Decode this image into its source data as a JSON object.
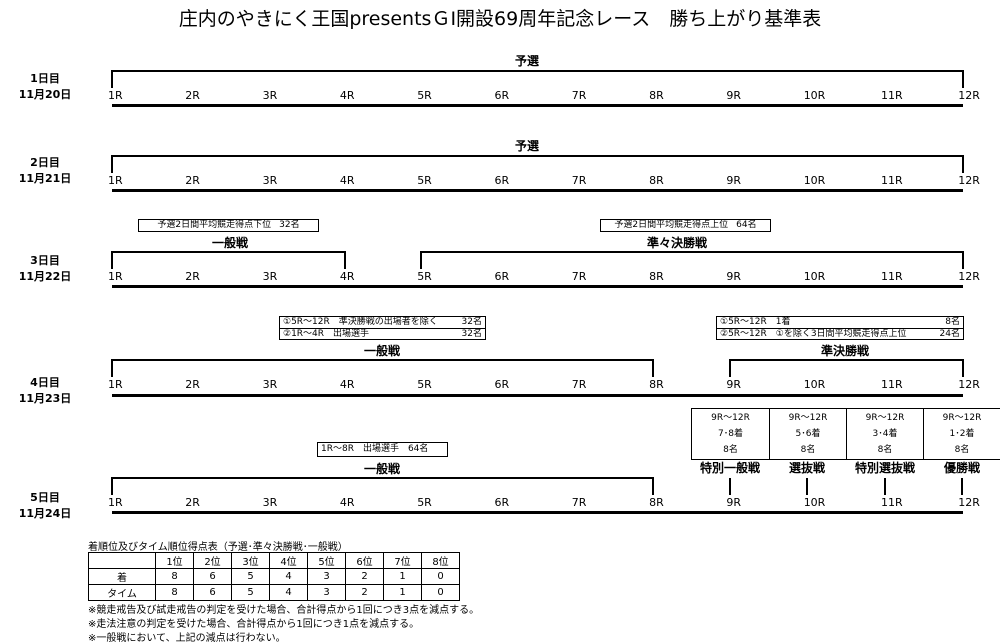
{
  "title": "庄内のやきにく王国presentsＧⅠ開設69周年記念レース　勝ち上がり基準表",
  "races": [
    "1R",
    "2R",
    "3R",
    "4R",
    "5R",
    "6R",
    "7R",
    "8R",
    "9R",
    "10R",
    "11R",
    "12R"
  ],
  "days": [
    {
      "day": "1日目",
      "date": "11月20日",
      "stages": [
        {
          "name": "予選",
          "from": 1,
          "to": 12
        }
      ]
    },
    {
      "day": "2日目",
      "date": "11月21日",
      "stages": [
        {
          "name": "予選",
          "from": 1,
          "to": 12
        }
      ]
    },
    {
      "day": "3日目",
      "date": "11月22日",
      "stages": [
        {
          "name": "一般戦",
          "from": 1,
          "to": 4,
          "conditions": [
            [
              "予選2日間平均競走得点下位",
              "32名"
            ]
          ]
        },
        {
          "name": "準々決勝戦",
          "from": 5,
          "to": 12,
          "conditions": [
            [
              "予選2日間平均競走得点上位",
              "64名"
            ]
          ]
        }
      ]
    },
    {
      "day": "4日目",
      "date": "11月23日",
      "stages": [
        {
          "name": "一般戦",
          "from": 1,
          "to": 8,
          "conditions": [
            [
              "①5R〜12R　準決勝戦の出場者を除く",
              "32名"
            ],
            [
              "②1R〜4R　出場選手",
              "32名"
            ]
          ]
        },
        {
          "name": "準決勝戦",
          "from": 9,
          "to": 12,
          "conditions": [
            [
              "①5R〜12R　1着",
              "8名"
            ],
            [
              "②5R〜12R　①を除く3日間平均競走得点上位",
              "24名"
            ]
          ]
        }
      ]
    },
    {
      "day": "5日目",
      "date": "11月24日",
      "stages": [
        {
          "name": "一般戦",
          "from": 1,
          "to": 8,
          "conditions": [
            [
              "1R〜8R　出場選手　64名",
              ""
            ]
          ]
        }
      ],
      "finals": [
        {
          "race": "9R",
          "name": "特別一般戦",
          "source": "9R〜12R",
          "rank": "7･8着",
          "count": "8名"
        },
        {
          "race": "10R",
          "name": "選抜戦",
          "source": "9R〜12R",
          "rank": "5･6着",
          "count": "8名"
        },
        {
          "race": "11R",
          "name": "特別選抜戦",
          "source": "9R〜12R",
          "rank": "3･4着",
          "count": "8名"
        },
        {
          "race": "12R",
          "name": "優勝戦",
          "source": "9R〜12R",
          "rank": "1･2着",
          "count": "8名"
        }
      ]
    }
  ],
  "points_table": {
    "caption": "着順位及びタイム順位得点表（予選･準々決勝戦･一般戦）",
    "columns": [
      "",
      "1位",
      "2位",
      "3位",
      "4位",
      "5位",
      "6位",
      "7位",
      "8位"
    ],
    "rows": [
      {
        "label": "着",
        "values": [
          "8",
          "6",
          "5",
          "4",
          "3",
          "2",
          "1",
          "0"
        ]
      },
      {
        "label": "タイム",
        "values": [
          "8",
          "6",
          "5",
          "4",
          "3",
          "2",
          "1",
          "0"
        ]
      }
    ]
  },
  "notes": [
    "※競走戒告及び試走戒告の判定を受けた場合、合計得点から1回につき3点を減点する。",
    "※走法注意の判定を受けた場合、合計得点から1回につき1点を減点する。",
    "※一般戦において、上記の減点は行わない。"
  ]
}
